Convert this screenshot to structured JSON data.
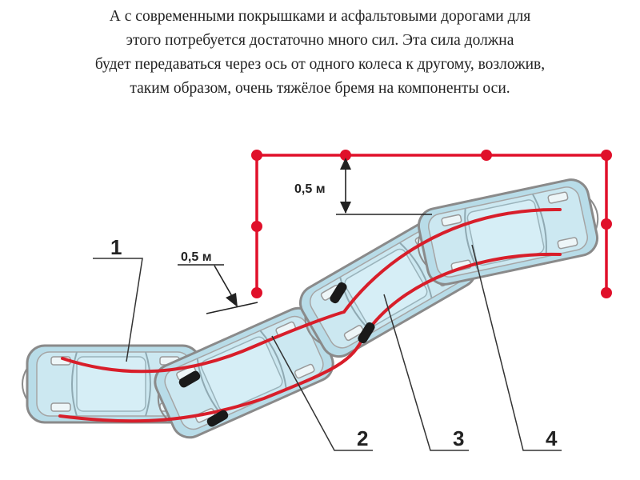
{
  "caption": {
    "lines": [
      "А с современными покрышками и асфальтовыми дорогами для",
      "этого потребуется достаточно много сил. Эта сила должна",
      "будет передаваться через ось от одного колеса к другому, возложив,",
      "таким образом, очень тяжёлое бремя на компоненты оси."
    ]
  },
  "diagram": {
    "dimension_top": "0,5 м",
    "dimension_left": "0,5 м",
    "callouts": [
      "1",
      "2",
      "3",
      "4"
    ],
    "colors": {
      "boundary": "#e0102a",
      "track": "#d81e2a",
      "car_fill": "#b8dce8",
      "car_outline": "#8a8a8a",
      "wheel": "#1a1a1a",
      "leader": "#333333"
    }
  }
}
